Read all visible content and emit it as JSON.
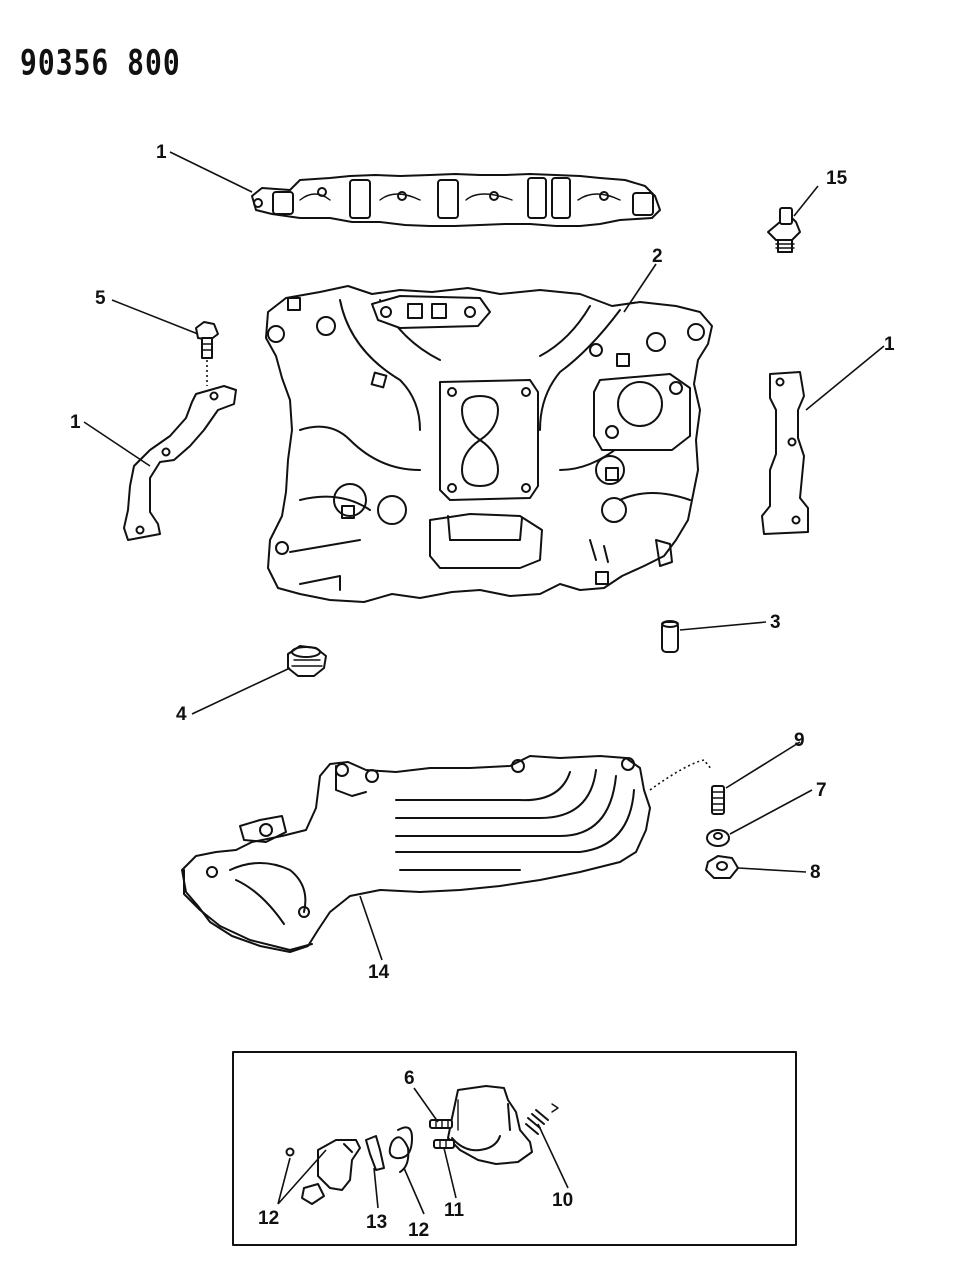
{
  "document_number": "90356 800",
  "callouts": {
    "c1a": "1",
    "c1b": "1",
    "c1c": "1",
    "c2": "2",
    "c3": "3",
    "c4": "4",
    "c5": "5",
    "c6": "6",
    "c7": "7",
    "c8": "8",
    "c9": "9",
    "c10": "10",
    "c11": "11",
    "c12a": "12",
    "c12b": "12",
    "c13": "13",
    "c14": "14",
    "c15": "15"
  }
}
